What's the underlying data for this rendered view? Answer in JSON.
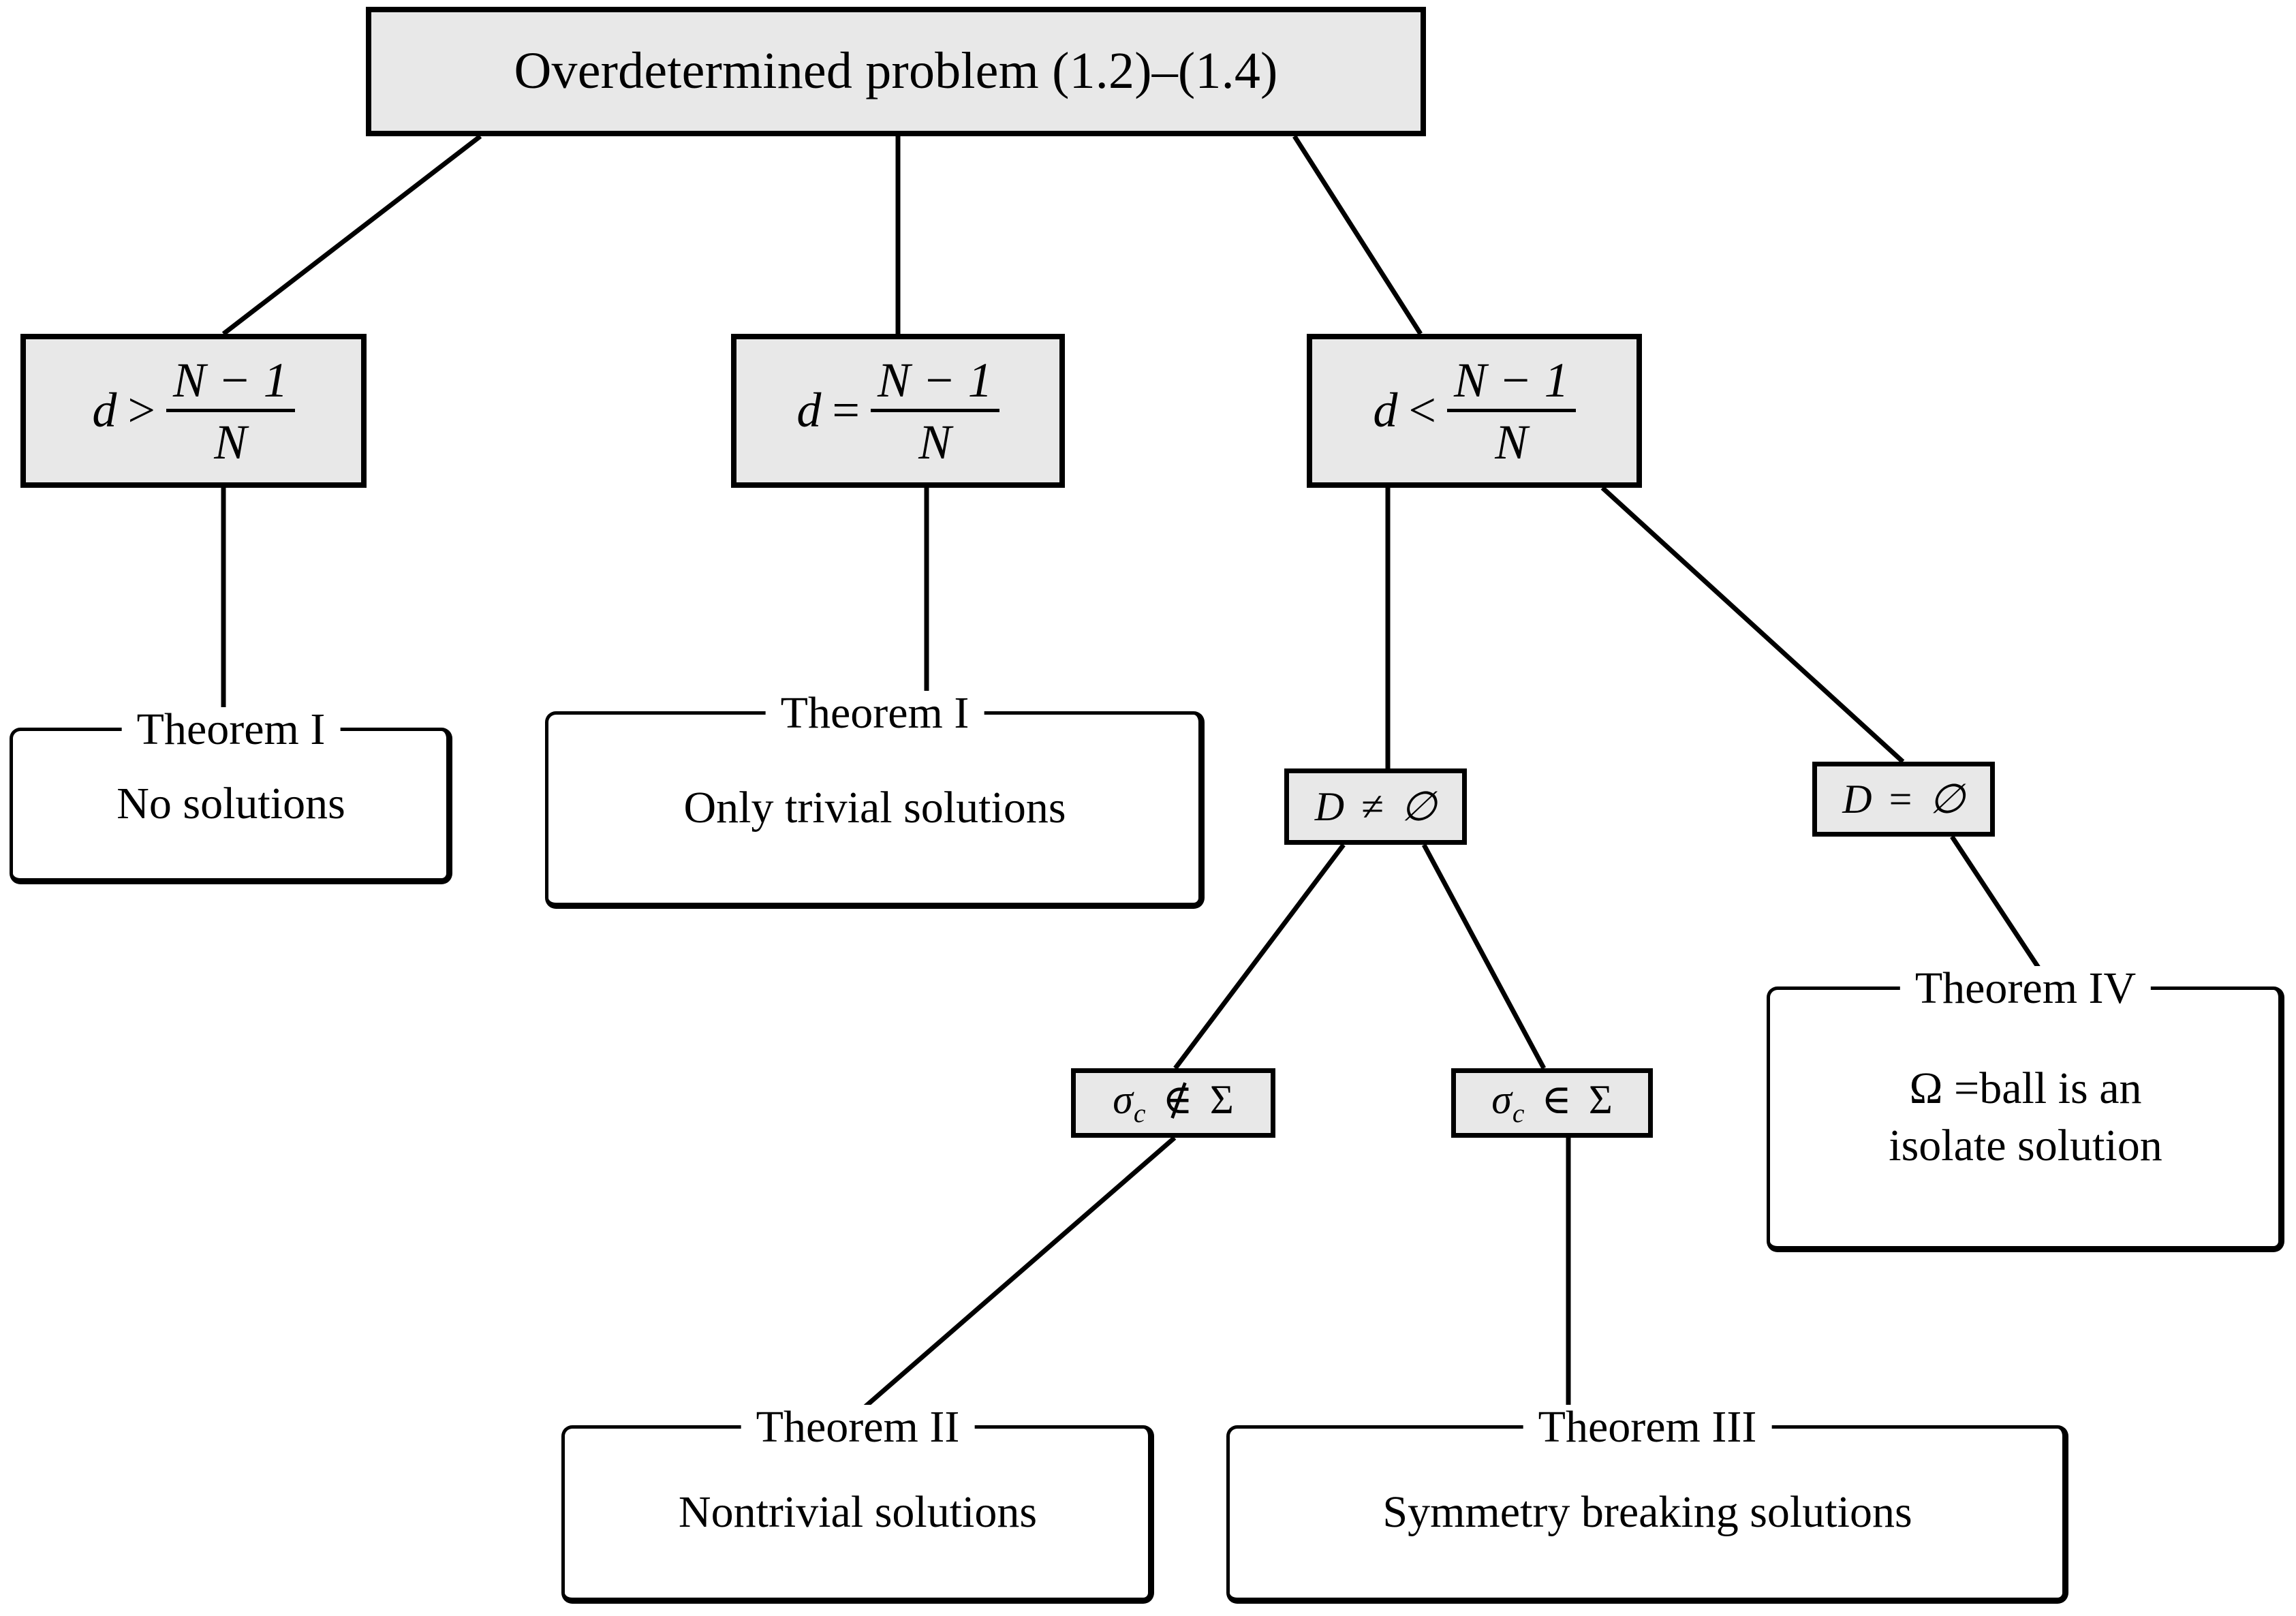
{
  "diagram": {
    "type": "flowchart",
    "title": "Classification of solutions of the overdetermined problem",
    "colors": {
      "decision_fill": "#e8e8e8",
      "decision_border": "#000000",
      "theorem_fill": "#ffffff",
      "theorem_border": "#000000",
      "edge": "#000000",
      "background": "#ffffff"
    },
    "root": {
      "id": "root",
      "label": "Overdetermined problem (1.2)–(1.4)",
      "shape": "rectangle-filled"
    },
    "conditions": [
      {
        "id": "cond-gt",
        "lhs": "d",
        "relation": ">",
        "numerator": "N − 1",
        "denominator": "N",
        "label": "d > (N − 1)/N"
      },
      {
        "id": "cond-eq",
        "lhs": "d",
        "relation": "=",
        "numerator": "N − 1",
        "denominator": "N",
        "label": "d = (N − 1)/N"
      },
      {
        "id": "cond-lt",
        "lhs": "d",
        "relation": "<",
        "numerator": "N − 1",
        "denominator": "N",
        "label": "d < (N − 1)/N"
      }
    ],
    "set_conditions": [
      {
        "id": "d-nonempty",
        "label": "D ≠ ∅"
      },
      {
        "id": "d-empty",
        "label": "D = ∅"
      },
      {
        "id": "sigma-notin",
        "label": "σc ∉ Σ",
        "base": "σ",
        "sub": "c",
        "relation": "∉",
        "rhs": "Σ"
      },
      {
        "id": "sigma-in",
        "label": "σc ∈ Σ",
        "base": "σ",
        "sub": "c",
        "relation": "∈",
        "rhs": "Σ"
      }
    ],
    "theorems": [
      {
        "id": "thm-1a",
        "title": "Theorem I",
        "lines": [
          "No solutions"
        ]
      },
      {
        "id": "thm-1b",
        "title": "Theorem I",
        "lines": [
          "Only trivial solutions"
        ]
      },
      {
        "id": "thm-4",
        "title": "Theorem IV",
        "lines": [
          "Ω =ball is an",
          "isolate solution"
        ]
      },
      {
        "id": "thm-2",
        "title": "Theorem II",
        "lines": [
          "Nontrivial solutions"
        ]
      },
      {
        "id": "thm-3",
        "title": "Theorem III",
        "lines": [
          "Symmetry breaking solutions"
        ]
      }
    ],
    "edges": [
      {
        "from": "root",
        "to": "cond-gt"
      },
      {
        "from": "root",
        "to": "cond-eq"
      },
      {
        "from": "root",
        "to": "cond-lt"
      },
      {
        "from": "cond-gt",
        "to": "thm-1a"
      },
      {
        "from": "cond-eq",
        "to": "thm-1b"
      },
      {
        "from": "cond-lt",
        "to": "d-nonempty"
      },
      {
        "from": "cond-lt",
        "to": "d-empty"
      },
      {
        "from": "d-empty",
        "to": "thm-4"
      },
      {
        "from": "d-nonempty",
        "to": "sigma-notin"
      },
      {
        "from": "d-nonempty",
        "to": "sigma-in"
      },
      {
        "from": "sigma-notin",
        "to": "thm-2"
      },
      {
        "from": "sigma-in",
        "to": "thm-3"
      }
    ]
  }
}
